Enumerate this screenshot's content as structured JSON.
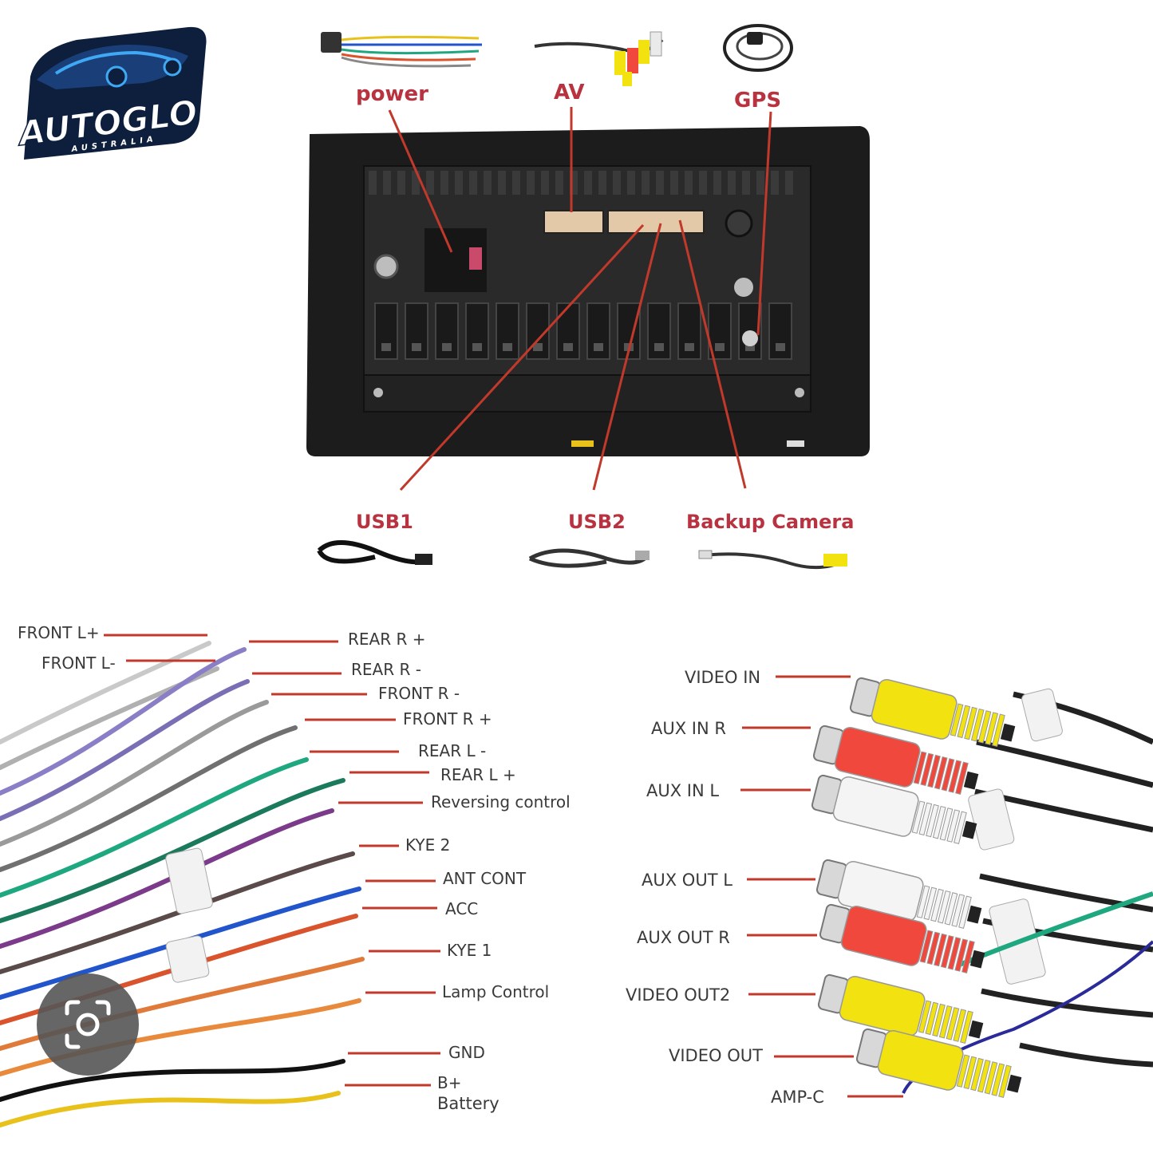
{
  "logo": {
    "brand": "AUTOGLO",
    "region": "AUSTRALIA",
    "colors": {
      "dark": "#0d1f3c",
      "accent": "#3fa9f5"
    }
  },
  "connectors": [
    {
      "id": "power",
      "label": "power"
    },
    {
      "id": "av",
      "label": "AV"
    },
    {
      "id": "gps",
      "label": "GPS"
    },
    {
      "id": "usb1",
      "label": "USB1"
    },
    {
      "id": "usb2",
      "label": "USB2"
    },
    {
      "id": "backup",
      "label": "Backup Camera"
    }
  ],
  "power_harness": [
    {
      "label": "FRONT L+",
      "color": "#c9c9c9"
    },
    {
      "label": "FRONT L-",
      "color": "#b0b0b0"
    },
    {
      "label": "REAR R +",
      "color": "#8a7fc7"
    },
    {
      "label": "REAR R -",
      "color": "#7a6fb5"
    },
    {
      "label": "FRONT R -",
      "color": "#9a9a9a"
    },
    {
      "label": "FRONT R +",
      "color": "#707070"
    },
    {
      "label": "REAR L -",
      "color": "#1fa880"
    },
    {
      "label": "REAR L +",
      "color": "#1b7a5c"
    },
    {
      "label": "Reversing control",
      "color": "#7b3b8a"
    },
    {
      "label": "KYE 2",
      "color": "#5a4a4a"
    },
    {
      "label": "ANT CONT",
      "color": "#2255cc"
    },
    {
      "label": "ACC",
      "color": "#d9532c"
    },
    {
      "label": "KYE 1",
      "color": "#e07a3a"
    },
    {
      "label": "Lamp Control",
      "color": "#e8893b"
    },
    {
      "label": "GND",
      "color": "#111111"
    },
    {
      "label": "B+",
      "sublabel": "Battery",
      "color": "#e8c21a"
    }
  ],
  "av_harness": [
    {
      "label": "VIDEO IN",
      "plug": "#f2e20f"
    },
    {
      "label": "AUX IN R",
      "plug": "#f0483c"
    },
    {
      "label": "AUX  IN L",
      "plug": "#f4f4f4"
    },
    {
      "label": "AUX OUT L",
      "plug": "#f4f4f4"
    },
    {
      "label": "AUX OUT R",
      "plug": "#f0483c"
    },
    {
      "label": "VIDEO OUT2",
      "plug": "#f2e20f"
    },
    {
      "label": "VIDEO OUT",
      "plug": "#f2e20f"
    },
    {
      "label": "AMP-C",
      "plug": ""
    }
  ],
  "leader_color": "#c0392b"
}
